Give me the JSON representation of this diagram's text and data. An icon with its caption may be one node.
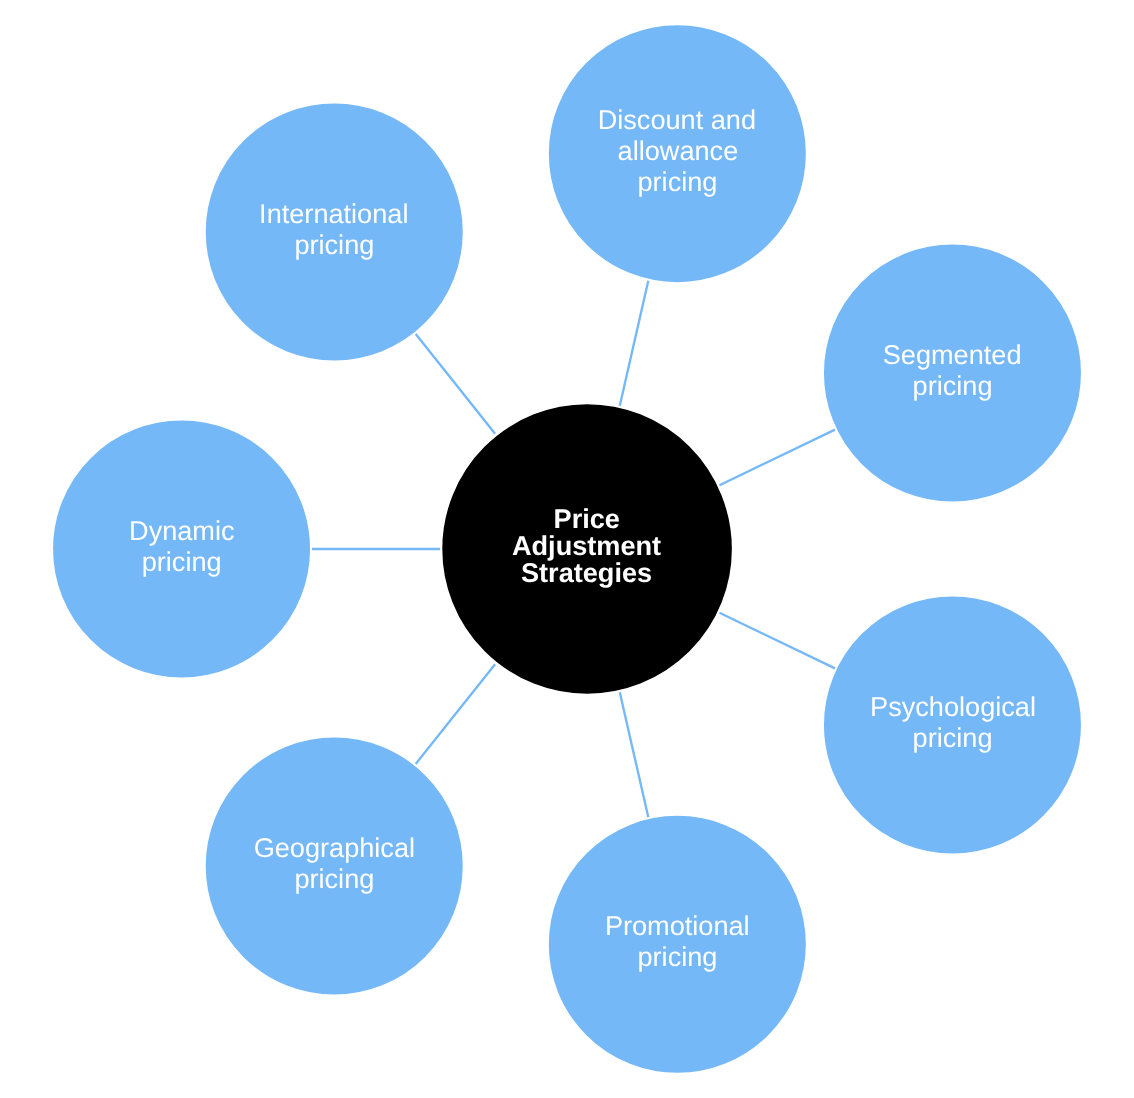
{
  "diagram": {
    "nodes": [
      {
        "text": [
          "Price Adjustment Strategies"
        ]
      },
      {
        "text": [
          "Discount and allowance pricing"
        ]
      },
      {
        "text": [
          "Segmented pricing"
        ]
      },
      {
        "text": [
          "Psychological pricing"
        ]
      },
      {
        "text": [
          "Promotional pricing"
        ]
      },
      {
        "text": [
          "Geographical pricing"
        ]
      },
      {
        "text": [
          "Dynamic pricing"
        ]
      },
      {
        "text": [
          "International pricing"
        ]
      }
    ],
    "edges": [
      {
        "from": 0,
        "to": 1,
        "arrow": "none"
      },
      {
        "from": 0,
        "to": 2,
        "arrow": "none"
      },
      {
        "from": 0,
        "to": 3,
        "arrow": "none"
      },
      {
        "from": 0,
        "to": 4,
        "arrow": "none"
      },
      {
        "from": 0,
        "to": 5,
        "arrow": "none"
      },
      {
        "from": 0,
        "to": 6,
        "arrow": "none"
      },
      {
        "from": 0,
        "to": 7,
        "arrow": "none"
      }
    ]
  }
}
